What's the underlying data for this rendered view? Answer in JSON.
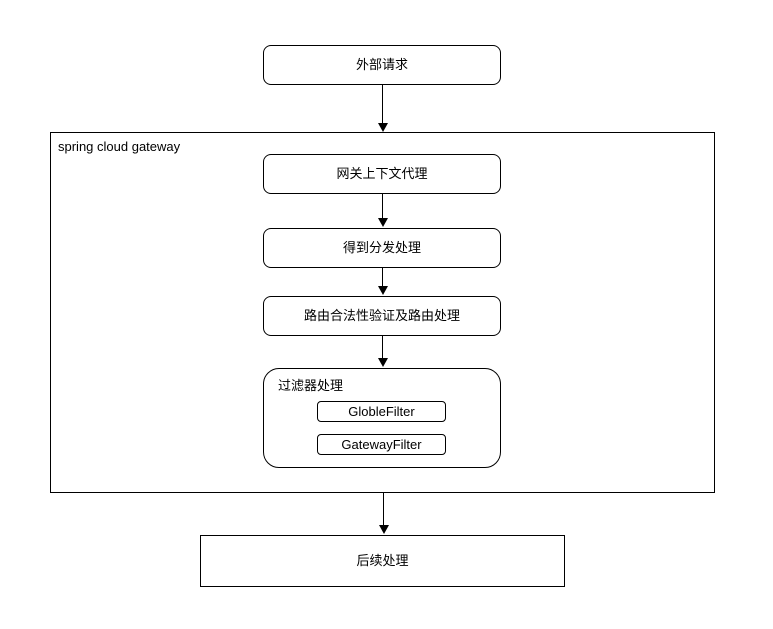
{
  "diagram": {
    "title_hint": "spring cloud gateway request flow",
    "colors": {
      "stroke": "#000000",
      "background": "#ffffff"
    },
    "nodes": {
      "external_request": "外部请求",
      "gateway_container_label": "spring cloud gateway",
      "gateway_context_proxy": "网关上下文代理",
      "dispatch_processing": "得到分发处理",
      "route_validation": "路由合法性验证及路由处理",
      "filter_group_label": "过滤器处理",
      "globle_filter": "GlobleFilter",
      "gateway_filter": "GatewayFilter",
      "subsequent_processing": "后续处理"
    },
    "edges": [
      {
        "from": "external_request",
        "to": "gateway_container"
      },
      {
        "from": "gateway_context_proxy",
        "to": "dispatch_processing"
      },
      {
        "from": "dispatch_processing",
        "to": "route_validation"
      },
      {
        "from": "route_validation",
        "to": "filter_group"
      },
      {
        "from": "gateway_container",
        "to": "subsequent_processing"
      }
    ]
  }
}
